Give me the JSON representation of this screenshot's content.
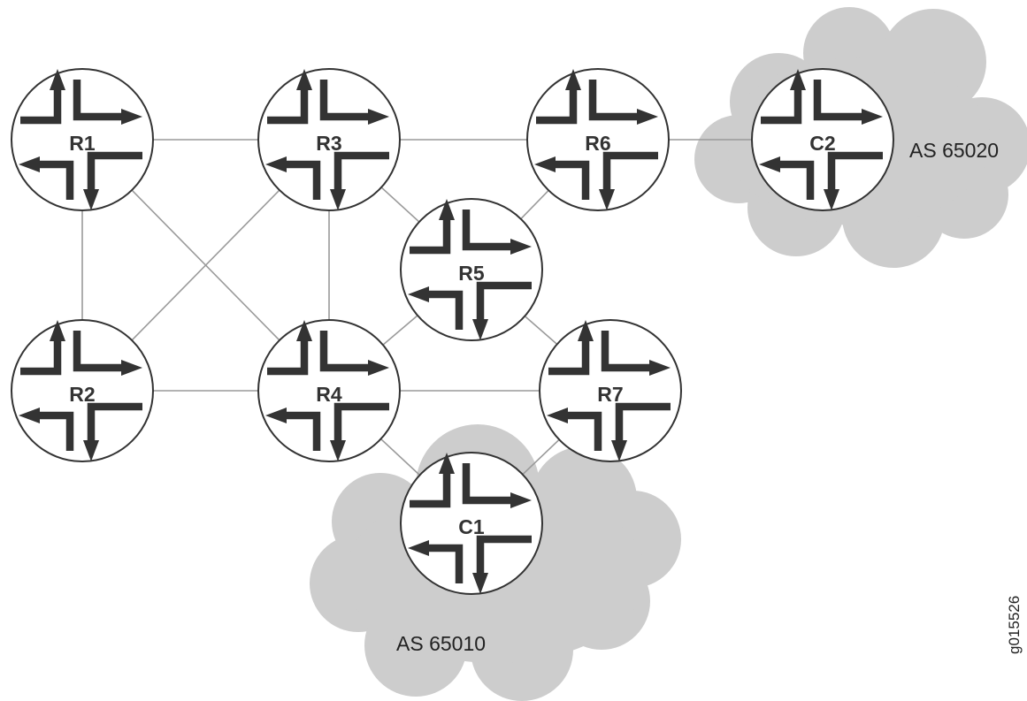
{
  "diagram": {
    "routers": [
      {
        "id": "R1",
        "label": "R1"
      },
      {
        "id": "R2",
        "label": "R2"
      },
      {
        "id": "R3",
        "label": "R3"
      },
      {
        "id": "R4",
        "label": "R4"
      },
      {
        "id": "R5",
        "label": "R5"
      },
      {
        "id": "R6",
        "label": "R6"
      },
      {
        "id": "R7",
        "label": "R7"
      },
      {
        "id": "C1",
        "label": "C1"
      },
      {
        "id": "C2",
        "label": "C2"
      }
    ],
    "links": [
      [
        "R1",
        "R3"
      ],
      [
        "R1",
        "R2"
      ],
      [
        "R1",
        "R4"
      ],
      [
        "R2",
        "R3"
      ],
      [
        "R2",
        "R4"
      ],
      [
        "R3",
        "R4"
      ],
      [
        "R3",
        "R5"
      ],
      [
        "R3",
        "R6"
      ],
      [
        "R4",
        "R5"
      ],
      [
        "R4",
        "R7"
      ],
      [
        "R4",
        "C1"
      ],
      [
        "R5",
        "R6"
      ],
      [
        "R5",
        "R7"
      ],
      [
        "R6",
        "C2"
      ],
      [
        "R7",
        "C1"
      ]
    ],
    "as_labels": {
      "as1": "AS 65010",
      "as2": "AS 65020"
    },
    "figure_id": "g015526",
    "colors": {
      "cloud": "#cdcdcd",
      "arrow": "#333333",
      "link": "#9a9a9a"
    }
  }
}
